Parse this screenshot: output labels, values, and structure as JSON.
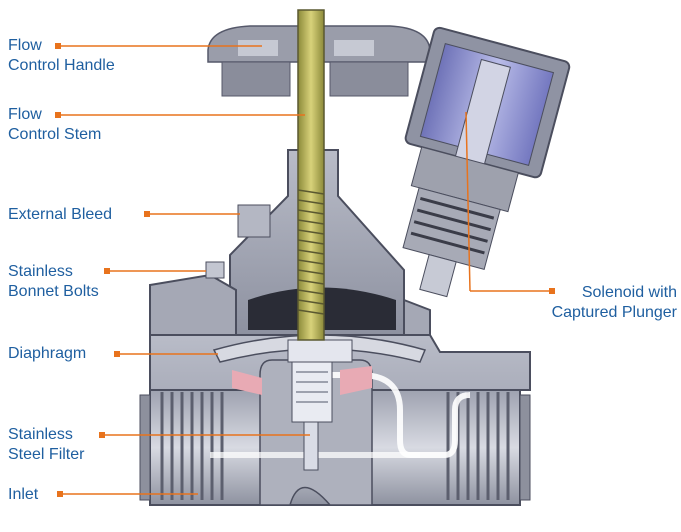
{
  "accent_color": "#e8731d",
  "label_color": "#1f5fa0",
  "labels": {
    "flow_control_handle": [
      "Flow",
      "Control Handle"
    ],
    "flow_control_stem": [
      "Flow",
      "Control Stem"
    ],
    "external_bleed": "External Bleed",
    "stainless_bonnet_bolts": [
      "Stainless",
      "Bonnet Bolts"
    ],
    "diaphragm": "Diaphragm",
    "stainless_steel_filter": [
      "Stainless",
      "Steel Filter"
    ],
    "inlet": "Inlet",
    "solenoid": [
      "Solenoid with",
      "Captured Plunger"
    ]
  }
}
